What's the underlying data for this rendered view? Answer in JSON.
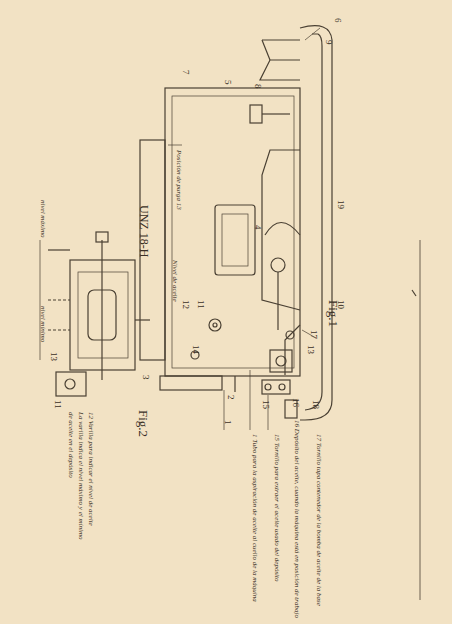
{
  "diagram": {
    "labels": [
      "Fig.1",
      "UNZ 18-H",
      "Fig.2",
      "1",
      "2",
      "3",
      "4",
      "5",
      "6",
      "7",
      "8",
      "9",
      "10",
      "11",
      "12",
      "13",
      "14",
      "15",
      "16",
      "17",
      "18",
      "19",
      "17 Tornillo tapa contenedor de la bomba de aceite de la base",
      "16 Depósito del aceite, cuando la máquina está en posición de trabajo",
      "15 Tornillo para extraer el aceite usado del depósito",
      "1 Tubo para la aspiración de aceite al cuello de la máquina",
      "Posición de purga 13",
      "Nivel de aceite",
      "12 Varilla para indicar el nivel de aceite",
      "La varilla indica el nivel máximo y el mínimo",
      "de aceite en el depósito",
      "nivel máximo",
      "nivel mínimo",
      "11",
      "13"
    ]
  }
}
